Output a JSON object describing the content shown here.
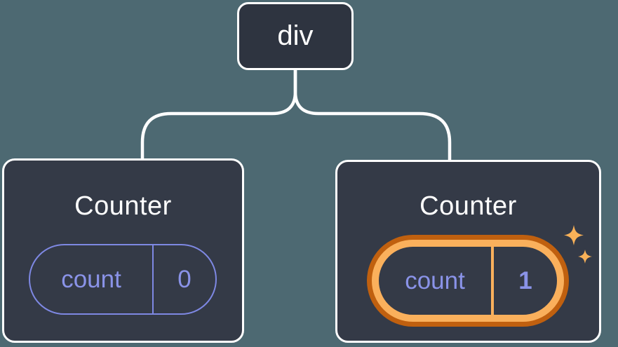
{
  "tree": {
    "root": {
      "label": "div"
    },
    "children": [
      {
        "title": "Counter",
        "state_key": "count",
        "state_value": "0",
        "highlighted": false
      },
      {
        "title": "Counter",
        "state_key": "count",
        "state_value": "1",
        "highlighted": true
      }
    ]
  },
  "colors": {
    "background": "#4D6972",
    "node_fill": "#343A47",
    "root_fill": "#2E3440",
    "connector": "#FFFFFF",
    "state_purple": "#8A93E8",
    "pill_border_purple": "#7E88E3",
    "highlight_orange_light": "#FAB05C",
    "highlight_orange_dark": "#C0600F",
    "sparkle_orange": "#F8B158"
  }
}
